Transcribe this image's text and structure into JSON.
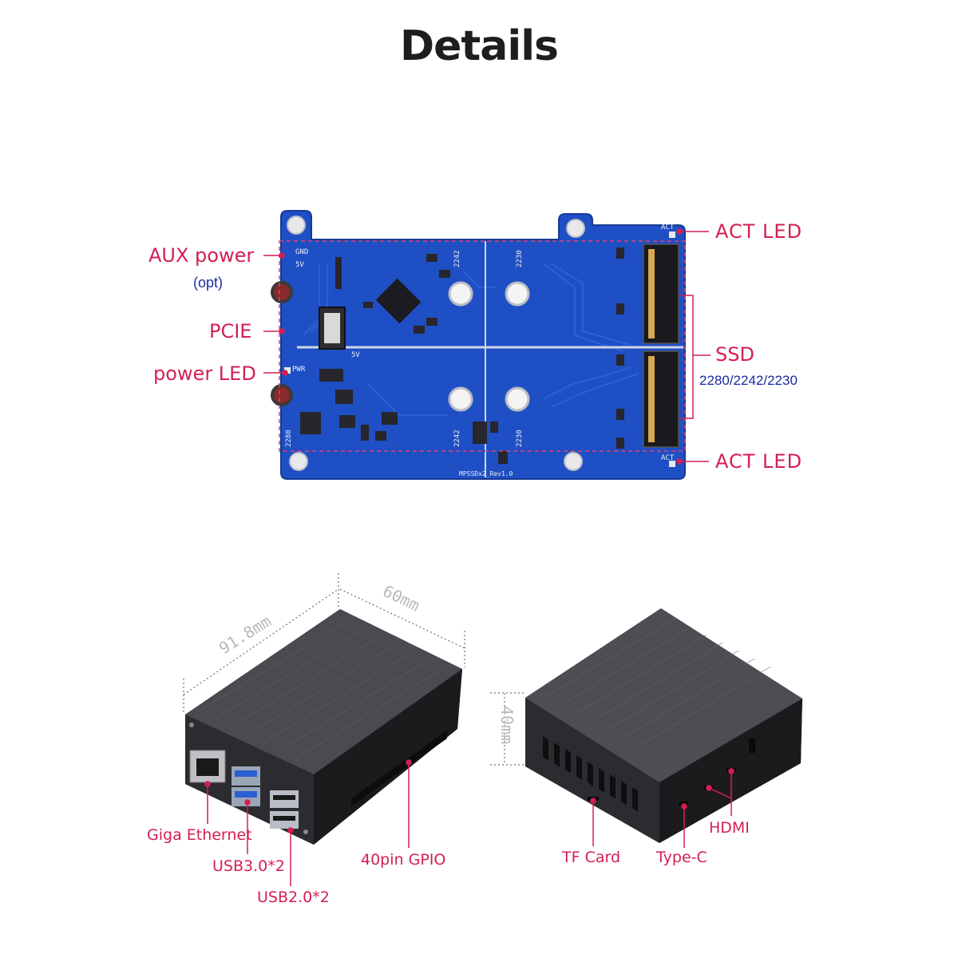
{
  "page": {
    "title": "Details"
  },
  "board": {
    "callouts": {
      "aux_power": "AUX power",
      "aux_power_note": "(opt)",
      "pcie": "PCIE",
      "power_led": "power LED",
      "act_led_top": "ACT LED",
      "ssd": "SSD",
      "ssd_sizes": "2280/2242/2230",
      "act_led_bottom": "ACT LED"
    },
    "silkscreen": {
      "gnd": "GND",
      "v5": "5V",
      "v5_conn": "5V",
      "pwr": "PWR",
      "act_top": "ACT",
      "act_bottom": "ACT",
      "s2280": "2280",
      "s2242_top": "2242",
      "s2230_top": "2230",
      "s2242_bottom": "2242",
      "s2230_bottom": "2230",
      "rev": "MPSSDx2_Rev1.0"
    },
    "colors": {
      "pcb": "#1f4fc4",
      "callout": "#d41f52",
      "subtext": "#1a2aa0"
    }
  },
  "case_front": {
    "dims": {
      "depth": "91.8mm",
      "width": "60mm"
    },
    "callouts": {
      "ethernet": "Giga Ethernet",
      "usb3": "USB3.0*2",
      "usb2": "USB2.0*2",
      "gpio": "40pin GPIO"
    }
  },
  "case_back": {
    "dims": {
      "height": "40mm"
    },
    "callouts": {
      "tf_card": "TF Card",
      "type_c": "Type-C",
      "hdmi": "HDMI"
    }
  }
}
